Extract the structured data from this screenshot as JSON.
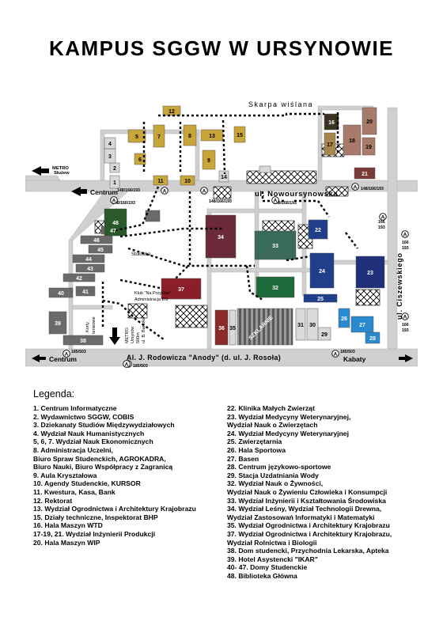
{
  "title": "KAMPUS  SGGW  W  URSYNOWIE",
  "map": {
    "labels": {
      "skarpa": "Skarpa wiślana",
      "metro_sluzew_1": "METRO",
      "metro_sluzew_2": "Służew",
      "centrum_top": "Centrum",
      "road_nowoursynowska": "ul. Nowoursynowska",
      "road_ciszewskiego": "ul. Ciszewskiego",
      "road_rodowicza": "Al. J. Rodowicza \"Anody\" (d. ul. J. Rosoła)",
      "centrum_bottom": "Centrum",
      "kabaty": "Kabaty",
      "stolowka": "Stołówka",
      "klub_1": "Klub \"Na Przyzbie\"",
      "klub_2": "Administracja DS",
      "korty_1": "Korty",
      "korty_2": "tenisowe",
      "szklarnie": "SZKLARNIE",
      "metro_south_1": "METRO",
      "metro_south_2": "Ursynów",
      "metro_south_3": "500m",
      "metro_south_4": "ul. B. Bartoka",
      "bus_148_top": "148/166/193",
      "bus_148_mid": "148/166/193",
      "bus_148_right": "148/166/193",
      "bus_148_center": "148/166/193",
      "bus_148_left": "148/166/193",
      "bus_166_a": "166",
      "bus_193_a": "193",
      "bus_166_b": "166",
      "bus_193_b": "193",
      "bus_166_c": "166",
      "bus_193_c": "193",
      "bus_185_left": "185/503",
      "bus_185_mid": "185/503",
      "bus_185_right": "185/503",
      "bus_stop_letter": "A"
    },
    "buildings": [
      {
        "n": "1",
        "color": "#d9d9d9"
      },
      {
        "n": "2",
        "color": "#d9d9d9"
      },
      {
        "n": "3",
        "color": "#d9d9d9"
      },
      {
        "n": "4",
        "color": "#d9d9d9"
      },
      {
        "n": "5",
        "color": "#c9a63a"
      },
      {
        "n": "6",
        "color": "#c9a63a"
      },
      {
        "n": "7",
        "color": "#c9a63a"
      },
      {
        "n": "8",
        "color": "#c9a63a"
      },
      {
        "n": "9",
        "color": "#c9a63a"
      },
      {
        "n": "10",
        "color": "#c9a63a"
      },
      {
        "n": "11",
        "color": "#c9a63a"
      },
      {
        "n": "12",
        "color": "#c9a63a"
      },
      {
        "n": "13",
        "color": "#c9a63a"
      },
      {
        "n": "14",
        "color": "#d9d9d9"
      },
      {
        "n": "15",
        "color": "#c9a63a"
      },
      {
        "n": "16",
        "color": "#3a3320"
      },
      {
        "n": "17",
        "color": "#a8864a"
      },
      {
        "n": "18",
        "color": "#a87a6a"
      },
      {
        "n": "19",
        "color": "#a87a6a"
      },
      {
        "n": "20",
        "color": "#a87a6a"
      },
      {
        "n": "21",
        "color": "#7a3a3a"
      },
      {
        "n": "22",
        "color": "#1f3f8a"
      },
      {
        "n": "23",
        "color": "#1f2f7a"
      },
      {
        "n": "24",
        "color": "#1f3f8a"
      },
      {
        "n": "25",
        "color": "#1f3f8a"
      },
      {
        "n": "26",
        "color": "#2a8ad0"
      },
      {
        "n": "27",
        "color": "#2a8ad0"
      },
      {
        "n": "28",
        "color": "#2a8ad0"
      },
      {
        "n": "29",
        "color": "#d9d9d9"
      },
      {
        "n": "30",
        "color": "#d9d9d9"
      },
      {
        "n": "31",
        "color": "#d9d9d9"
      },
      {
        "n": "32",
        "color": "#1f6a3a"
      },
      {
        "n": "33",
        "color": "#3a6a5a"
      },
      {
        "n": "34",
        "color": "#6a2a3a"
      },
      {
        "n": "35",
        "color": "#d9d9d9"
      },
      {
        "n": "36",
        "color": "#8a2a2a"
      },
      {
        "n": "37",
        "color": "#8a1f2a"
      },
      {
        "n": "38",
        "color": "#6a6a6a"
      },
      {
        "n": "39",
        "color": "#6a6a6a"
      },
      {
        "n": "40",
        "color": "#6a6a6a"
      },
      {
        "n": "41",
        "color": "#6a6a6a"
      },
      {
        "n": "42",
        "color": "#6a6a6a"
      },
      {
        "n": "43",
        "color": "#6a6a6a"
      },
      {
        "n": "44",
        "color": "#6a6a6a"
      },
      {
        "n": "45",
        "color": "#6a6a6a"
      },
      {
        "n": "46",
        "color": "#6a6a6a"
      },
      {
        "n": "47",
        "color": "#6a6a6a"
      },
      {
        "n": "48",
        "color": "#2a5a2a"
      }
    ]
  },
  "legend": {
    "title": "Legenda:",
    "left": [
      "1. Centrum Informatyczne",
      "2. Wydawnictwo SGGW, COBIS",
      "3. Dziekanaty Studiów Międzywydziałowych",
      "4. Wydział Nauk Humanistycznych",
      "5, 6, 7. Wydział Nauk Ekonomicznych",
      "8. Administracja Uczelni,",
      "    Biuro Spraw Studenckich,  AGROKADRA,",
      "    Biuro Nauki, Biuro Współpracy z Zagranicą",
      "9. Aula Kryształowa",
      "10. Agendy Studenckie, KURSOR",
      "11. Kwestura, Kasa, Bank",
      "12. Rektorat",
      "13. Wydział Ogrodnictwa i Architektury Krajobrazu",
      "15. Działy techniczne, Inspektorat BHP",
      "16. Hala Maszyn WTD",
      "17-19, 21. Wydział Inżynierii Produkcji",
      "20. Hala Maszyn WIP"
    ],
    "right": [
      "22. Klinika Małych Zwierząt",
      "23. Wydział Medycyny Weterynaryjnej,",
      "      Wydział Nauk o Zwierzętach",
      "24. Wydział Medycyny Weterynaryjnej",
      "25. Zwierzętarnia",
      "26. Hala Sportowa",
      "27. Basen",
      "28. Centrum językowo-sportowe",
      "29. Stacja Uzdatniania Wody",
      "32. Wydział Nauk o Żywności,",
      "      Wydział Nauk o Żywieniu Człowieka i Konsumpcji",
      "33. Wydział Inżynierii i Kształtowania Środowiska",
      "34. Wydział Leśny, Wydział Technologii Drewna,",
      "      Wydział Zastosowań Informatyki i Matematyki",
      "35. Wydział Ogrodnictwa i Architektury Krajobrazu",
      "37. Wydział Ogrodnictwa i Architektury Krajobrazu,",
      "      Wydział Rolnictwa i Biologii",
      "38. Dom studencki, Przychodnia Lekarska, Apteka",
      "39. Hotel Asystencki \"IKAR\"",
      "40- 47. Domy Studenckie",
      "48. Biblioteka Główna"
    ]
  }
}
